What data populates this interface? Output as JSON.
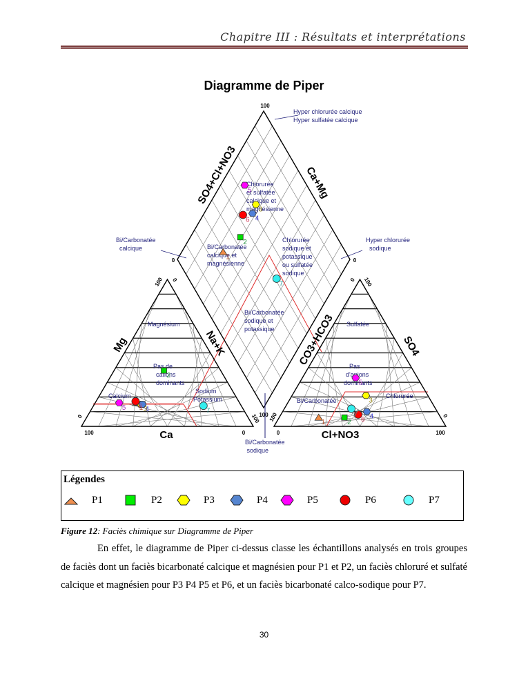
{
  "header": {
    "chapter_title": "Chapitre III : Résultats et interprétations"
  },
  "figure": {
    "title": "Diagramme de Piper"
  },
  "chart_data": {
    "type": "scatter",
    "subtype": "piper",
    "title": "Diagramme de Piper",
    "axes": {
      "cation_triangle": {
        "bottom_label": "Ca",
        "left_label": "Mg",
        "right_label": "Na+K",
        "ticks": {
          "bottom_left": "100",
          "bottom_right": "0",
          "left_base": "0",
          "apex_left": "100",
          "apex_right": "0",
          "right_base": "100"
        }
      },
      "anion_triangle": {
        "bottom_label": "Cl+NO3",
        "left_label": "CO3+HCO3",
        "right_label": "SO4",
        "ticks": {
          "bottom_left": "0",
          "bottom_right": "100",
          "left_base": "100",
          "apex_left": "0",
          "apex_right": "100",
          "right_base": "0"
        }
      },
      "diamond": {
        "upper_left_label": "SO4+Cl+NO3",
        "upper_right_label": "Ca+Mg",
        "ticks": {
          "top": "100",
          "left": "0",
          "right": "0",
          "bottom": "100"
        }
      }
    },
    "zone_labels": {
      "diamond": [
        {
          "key": "hyper_cl_ca",
          "lines": [
            "Hyper chlorurée calcique",
            "Hyper sulfatée calcique"
          ]
        },
        {
          "key": "bicarb_ca",
          "lines": [
            "Bi/Carbonatée",
            "  calcique"
          ]
        },
        {
          "key": "hyper_cl_na",
          "lines": [
            "Hyper chlorurée",
            "  sodique"
          ]
        },
        {
          "key": "cl_sulf_ca_mg",
          "lines": [
            "Chlorurée",
            "et sulfatée",
            "calcique et",
            "magnésienne"
          ]
        },
        {
          "key": "bicarb_ca_mg",
          "lines": [
            "Bi/Carbonatée",
            "calcique et",
            "magnésienne"
          ]
        },
        {
          "key": "cl_na_k",
          "lines": [
            "Chlorurée",
            "sodique et",
            "potassique",
            "ou sulfatée",
            "sodique"
          ]
        },
        {
          "key": "bicarb_na_k",
          "lines": [
            "Bi/Carbonatée",
            "sodique et",
            "potassique"
          ]
        },
        {
          "key": "bicarb_na",
          "lines": [
            "Bi/Carbonatée",
            " sodique"
          ]
        }
      ],
      "cation_triangle": [
        {
          "key": "magnesium",
          "lines": [
            "Magnésium"
          ]
        },
        {
          "key": "no_dominant",
          "lines": [
            "Pas de",
            "cations",
            "dominants"
          ]
        },
        {
          "key": "calcium",
          "lines": [
            "Calcium"
          ]
        },
        {
          "key": "sodium",
          "lines": [
            "Sodium",
            "Potassium"
          ]
        }
      ],
      "anion_triangle": [
        {
          "key": "sulfatee",
          "lines": [
            "Sulfatée"
          ]
        },
        {
          "key": "no_dominant",
          "lines": [
            "Pas",
            "d'anions",
            "dominants"
          ]
        },
        {
          "key": "chloruree",
          "lines": [
            "Chlorurée"
          ]
        },
        {
          "key": "bicarb",
          "lines": [
            "Bi/Carbonatée"
          ]
        }
      ]
    },
    "samples": [
      {
        "id": "1",
        "name": "P1",
        "marker": "triangle",
        "color": "#f08c46",
        "label_color": "#b4502a",
        "Mg": 16,
        "NaK": 24,
        "SO4": 6,
        "Cl": 23
      },
      {
        "id": "2",
        "name": "P2",
        "marker": "square",
        "color": "#00e000",
        "label_color": "#1f8f3a",
        "Mg": 38,
        "NaK": 29,
        "SO4": 6,
        "Cl": 38
      },
      {
        "id": "3",
        "name": "P3",
        "marker": "hexagon",
        "color": "#ffff00",
        "label_color": "#a09020",
        "Mg": 15,
        "NaK": 27,
        "SO4": 21,
        "Cl": 43
      },
      {
        "id": "4",
        "name": "P4",
        "marker": "hexagon",
        "color": "#4f7fd8",
        "label_color": "#3a3ad0",
        "Mg": 15,
        "NaK": 28,
        "SO4": 10,
        "Cl": 49
      },
      {
        "id": "5",
        "name": "P5",
        "marker": "hexagon",
        "color": "#ff00ff",
        "label_color": "#b040c0",
        "Mg": 16,
        "NaK": 14,
        "SO4": 33,
        "Cl": 31
      },
      {
        "id": "6",
        "name": "P6",
        "marker": "circle",
        "color": "#ff0000",
        "label_color": "#d03050",
        "Mg": 17,
        "NaK": 23,
        "SO4": 8,
        "Cl": 45
      },
      {
        "id": "7",
        "name": "P7",
        "marker": "circle",
        "color": "#33eeee",
        "label_color": "#2a9a9a",
        "Mg": 14,
        "NaK": 64,
        "SO4": 12,
        "Cl": 39
      }
    ]
  },
  "legend": {
    "title": "Légendes",
    "items": [
      {
        "label": "P1",
        "marker": "triangle",
        "color": "#f09050"
      },
      {
        "label": "P2",
        "marker": "square",
        "color": "#00ee00"
      },
      {
        "label": "P3",
        "marker": "hexagon",
        "color": "#ffff00"
      },
      {
        "label": "P4",
        "marker": "hexagon",
        "color": "#5585d0"
      },
      {
        "label": "P5",
        "marker": "hexagon",
        "color": "#ff00ff"
      },
      {
        "label": "P6",
        "marker": "circle",
        "color": "#ee0000"
      },
      {
        "label": "P7",
        "marker": "circle",
        "color": "#66ffff"
      }
    ]
  },
  "caption": {
    "number": "Figure 12",
    "text": ": Faciès chimique sur Diagramme de Piper"
  },
  "paragraph": "En effet, le diagramme de Piper ci-dessus classe les échantillons analysés en trois groupes de faciès dont un faciès bicarbonaté calcique et magnésien pour P1 et P2, un faciès chloruré et sulfaté calcique et magnésien pour P3 P4 P5 et P6, et un faciès bicarbonaté calco-sodique pour P7.",
  "page_number": "30"
}
